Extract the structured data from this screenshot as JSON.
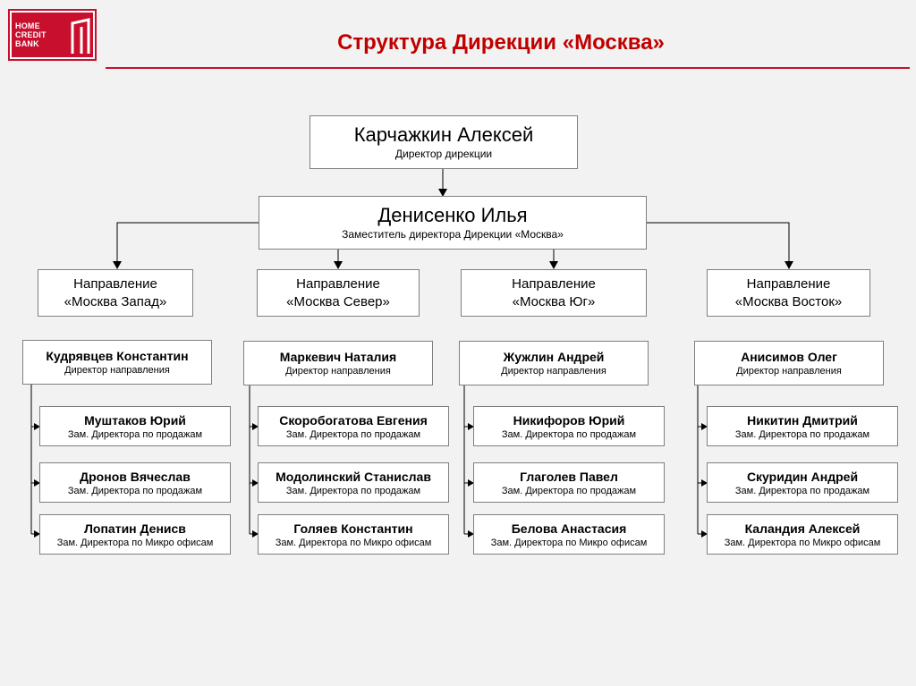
{
  "logo": {
    "text": "HOME\nCREDIT\nBANK"
  },
  "title": "Структура Дирекции «Москва»",
  "top": {
    "name": "Карчажкин Алексей",
    "role": "Директор дирекции"
  },
  "deputy": {
    "name": "Денисенко Илья",
    "role": "Заместитель директора Дирекции «Москва»"
  },
  "directions": [
    {
      "line1": "Направление",
      "line2": "«Москва Запад»",
      "head": {
        "name": "Кудрявцев Константин",
        "role": "Директор направления"
      },
      "staff": [
        {
          "name": "Муштаков Юрий",
          "role": "Зам. Директора по продажам"
        },
        {
          "name": "Дронов Вячеслав",
          "role": "Зам. Директора по продажам"
        },
        {
          "name": "Лопатин Денисв",
          "role": "Зам. Директора по Микро офисам"
        }
      ]
    },
    {
      "line1": "Направление",
      "line2": "«Москва Север»",
      "head": {
        "name": "Маркевич Наталия",
        "role": "Директор направления"
      },
      "staff": [
        {
          "name": "Скоробогатова Евгения",
          "role": "Зам. Директора по продажам"
        },
        {
          "name": "Модолинский Станислав",
          "role": "Зам. Директора по продажам"
        },
        {
          "name": "Голяев Константин",
          "role": "Зам. Директора по Микро офисам"
        }
      ]
    },
    {
      "line1": "Направление",
      "line2": "«Москва Юг»",
      "head": {
        "name": "Жужлин Андрей",
        "role": "Директор направления"
      },
      "staff": [
        {
          "name": "Никифоров Юрий",
          "role": "Зам. Директора по продажам"
        },
        {
          "name": "Глаголев Павел",
          "role": "Зам. Директора по продажам"
        },
        {
          "name": "Белова Анастасия",
          "role": "Зам. Директора по Микро офисам"
        }
      ]
    },
    {
      "line1": "Направление",
      "line2": "«Москва Восток»",
      "head": {
        "name": "Анисимов Олег",
        "role": "Директор направления"
      },
      "staff": [
        {
          "name": "Никитин Дмитрий",
          "role": "Зам. Директора по продажам"
        },
        {
          "name": "Скуридин Андрей",
          "role": "Зам. Директора по продажам"
        },
        {
          "name": "Каландия Алексей",
          "role": "Зам. Директора по Микро офисам"
        }
      ]
    }
  ]
}
